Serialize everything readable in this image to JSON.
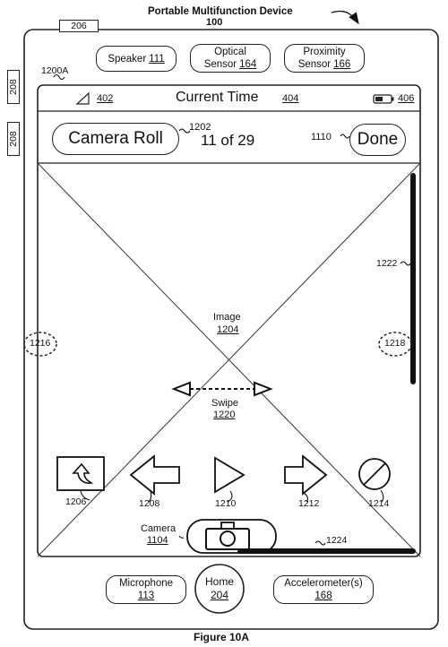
{
  "figure": {
    "device_title": "Portable Multifunction Device",
    "device_number": "100",
    "caption": "Figure 10A",
    "ref_206": "206",
    "ref_208_a": "208",
    "ref_208_b": "208",
    "ref_1200A": "1200A"
  },
  "hardware": {
    "speaker_label": "Speaker",
    "speaker_ref": "111",
    "optical_line1": "Optical",
    "optical_line2": "Sensor",
    "optical_ref": "164",
    "proximity_line1": "Proximity",
    "proximity_line2": "Sensor",
    "proximity_ref": "166",
    "microphone_label": "Microphone",
    "microphone_ref": "113",
    "home_label": "Home",
    "home_ref": "204",
    "accelerometer_label": "Accelerometer(s)",
    "accelerometer_ref": "168"
  },
  "status_bar": {
    "signal_ref": "402",
    "time_label": "Current Time",
    "time_ref": "404",
    "battery_ref": "406"
  },
  "nav_bar": {
    "back_button_label": "Camera Roll",
    "counter_ref": "1202",
    "counter_text": "11 of 29",
    "done_ref": "1110",
    "done_label": "Done"
  },
  "image_area": {
    "image_label": "Image",
    "image_ref": "1204",
    "left_tap_ref": "1216",
    "right_tap_ref": "1218",
    "scrollbar_ref": "1222",
    "swipe_label": "Swipe",
    "swipe_ref": "1220"
  },
  "toolbar": {
    "share_ref": "1206",
    "prev_ref": "1208",
    "play_ref": "1210",
    "next_ref": "1212",
    "delete_ref": "1214",
    "camera_label": "Camera",
    "camera_ref": "1104",
    "progress_ref": "1224"
  }
}
